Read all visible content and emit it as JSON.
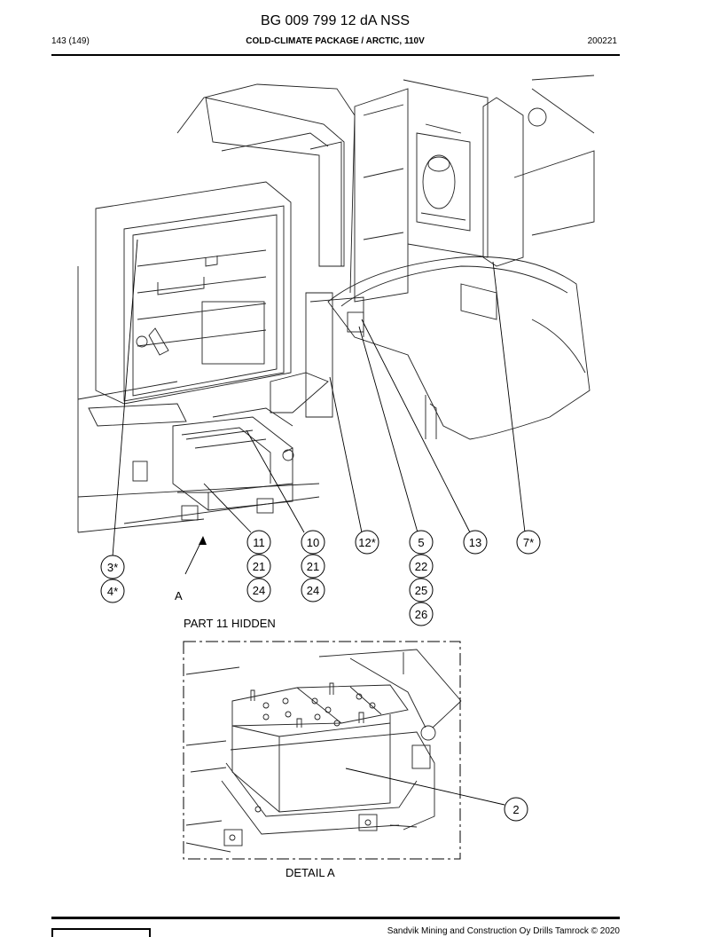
{
  "header": {
    "doc_title": "BG 009 799 12 dA NSS",
    "page": "143 (149)",
    "section": "COLD-CLIMATE PACKAGE / ARCTIC, 110V",
    "date": "200221"
  },
  "callouts": {
    "c1": "3*",
    "c2": "4*",
    "c3": "11",
    "c4": "21",
    "c5": "24",
    "c6": "10",
    "c7": "21",
    "c8": "24",
    "c9": "12*",
    "c10": "5",
    "c11": "22",
    "c12": "25",
    "c13": "26",
    "c14": "13",
    "c15": "7*",
    "c16": "2"
  },
  "labels": {
    "view_a": "A",
    "part_hidden": "PART 11 HIDDEN",
    "detail": "DETAIL  A"
  },
  "footer": {
    "text": "Sandvik Mining and Construction Oy Drills Tamrock © 2020"
  }
}
